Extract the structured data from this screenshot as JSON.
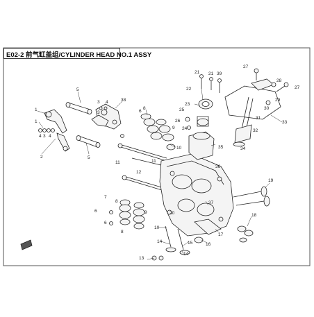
{
  "title": "E02-2 前气缸盖组/CYLINDER HEAD NO.1 ASSY",
  "callouts": {
    "c1a": "1",
    "c1b": "1",
    "c2": "2",
    "c3a": "3",
    "c3b": "3",
    "c3c": "3",
    "c4a": "4",
    "c4b": "4",
    "c4c": "4",
    "c5a": "5",
    "c5b": "5",
    "c6a": "6",
    "c6b": "6",
    "c6c": "6",
    "c7": "7",
    "c8a": "8",
    "c8b": "8",
    "c8c": "8",
    "c9a": "9",
    "c9b": "9",
    "c10a": "10",
    "c10b": "10",
    "c11a": "11",
    "c11b": "11",
    "c12": "12",
    "c13": "13",
    "c14a": "14",
    "c14b": "14",
    "c15": "15",
    "c16": "16",
    "c17": "17",
    "c18": "18",
    "c19": "19",
    "c20": "20",
    "c21a": "21",
    "c21b": "21",
    "c22": "22",
    "c23": "23",
    "c24": "24",
    "c25": "25",
    "c26": "26",
    "c27a": "27",
    "c27b": "27",
    "c28": "28",
    "c29": "29",
    "c30": "30",
    "c31": "31",
    "c32": "32",
    "c33": "33",
    "c34": "34",
    "c35": "35",
    "c36": "36",
    "c37": "37",
    "c38": "38",
    "c39": "39"
  },
  "colors": {
    "line": "#222222",
    "frame": "#555555",
    "fill": "#f4f4f4"
  }
}
